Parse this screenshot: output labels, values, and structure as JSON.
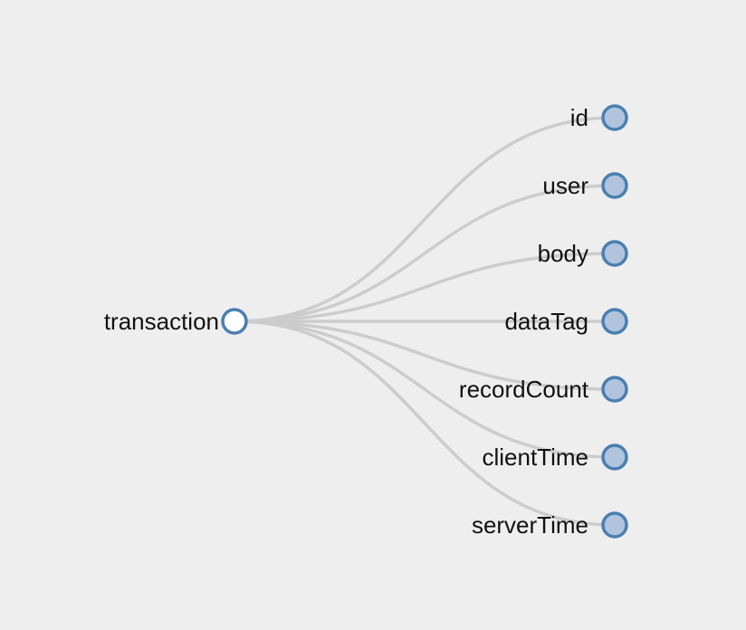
{
  "tree": {
    "root": {
      "label": "transaction",
      "expanded": true
    },
    "children": [
      {
        "label": "id",
        "expanded": false
      },
      {
        "label": "user",
        "expanded": false
      },
      {
        "label": "body",
        "expanded": false
      },
      {
        "label": "dataTag",
        "expanded": false
      },
      {
        "label": "recordCount",
        "expanded": false
      },
      {
        "label": "clientTime",
        "expanded": false
      },
      {
        "label": "serverTime",
        "expanded": false
      }
    ]
  },
  "colors": {
    "background": "#eeeeef",
    "link": "#cccccc",
    "node_stroke": "#4a7fb0",
    "node_fill_expanded": "#ffffff",
    "node_fill_collapsed": "#b0c4de"
  }
}
